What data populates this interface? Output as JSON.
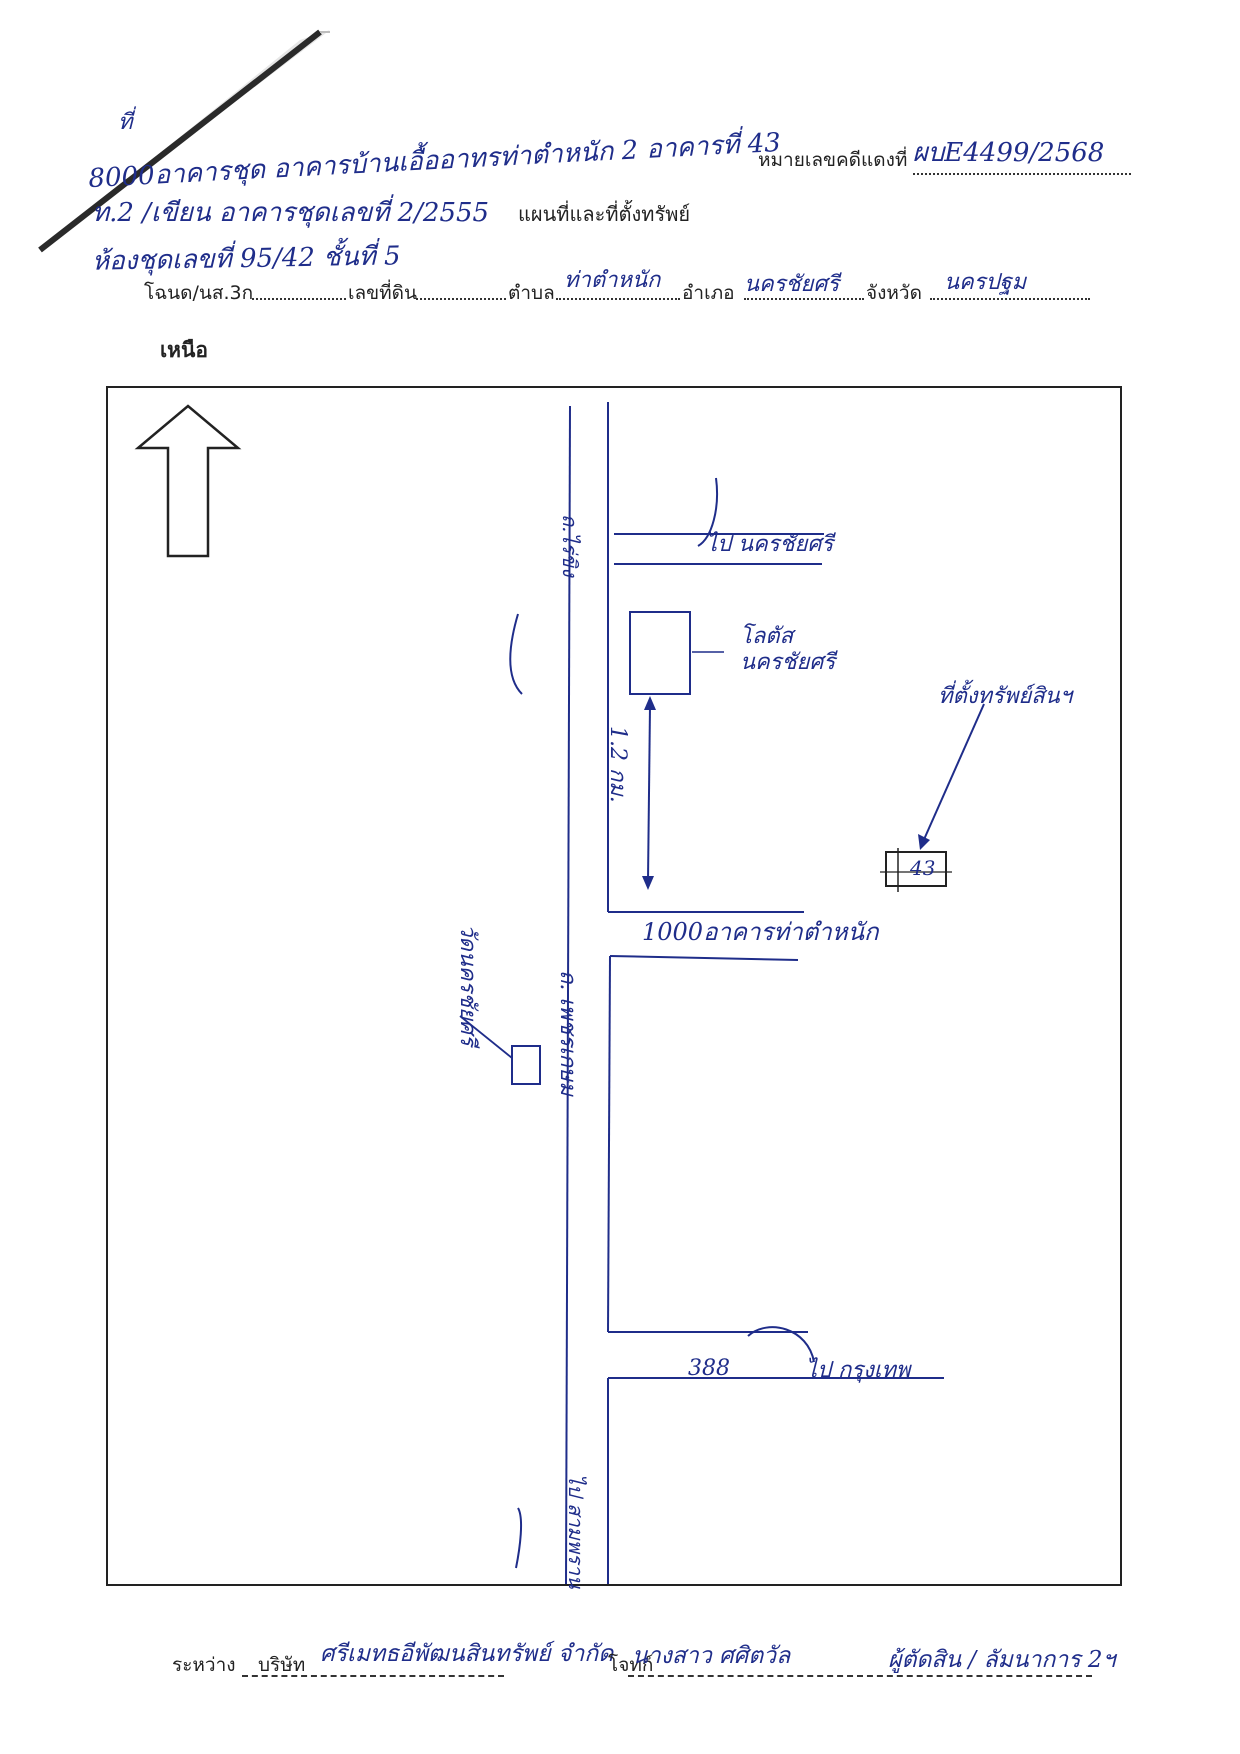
{
  "header": {
    "case_no_label": "หมายเลขคดีแดงที่",
    "case_no_value": "ผบE4499/2568",
    "note_line1_prefix": "ที่",
    "note_line1": "8000อาคารชุด อาคารบ้านเอื้ออาทรท่าตำหนัก 2 อาคารที่ 43",
    "note_line2": "ท.2 /เขียน อาคารชุดเลขที่ 2/2555",
    "map_title": "แผนที่และที่ตั้งทรัพย์",
    "note_line3": "ห้องชุดเลขที่ 95/42 ชั้นที่ 5"
  },
  "deed_line": {
    "deed_label": "โฉนด/นส.3ก",
    "land_no_label": "เลขที่ดิน",
    "subdistrict_label": "ตำบล",
    "subdistrict_value": "ท่าตำหนัก",
    "district_label": "อำเภอ",
    "district_value": "นครชัยศรี",
    "province_label": "จังหวัด",
    "province_value": "นครปฐม"
  },
  "north_label": "เหนือ",
  "map": {
    "to_nakhon_chai_si": "ไป นครชัยศรี",
    "road_vertical_top": "ถ.ไร่ขิง",
    "lotus_store": "โลตัส นครชัยศรี",
    "distance": "1.2 กม.",
    "building_target": "ที่ตั้งทรัพย์สินฯ",
    "building_no": "43",
    "soi_entrance": "1000อาคารท่าตำหนัก",
    "road_main": "ถ. เพชรเกษม",
    "temple": "วัดนครชัยศรี",
    "road_bottom_no": "388",
    "to_bangkok": "ไป กรุงเทพ",
    "to_bottom": "ไป สามพราน",
    "stroke_color": "#1f2d8a",
    "frame_color": "#222222"
  },
  "footer": {
    "between_label": "ระหว่าง",
    "company_label": "บริษัท",
    "plaintiff": "ศรีเมทธอีพัฒนสินทรัพย์ จำกัด",
    "defendant_label": "โจทก์",
    "defendant": "นางสาว ศศิตวัล",
    "defendant_role": "ผู้ตัดสิน / ลัมนาการ 2ฯ"
  }
}
